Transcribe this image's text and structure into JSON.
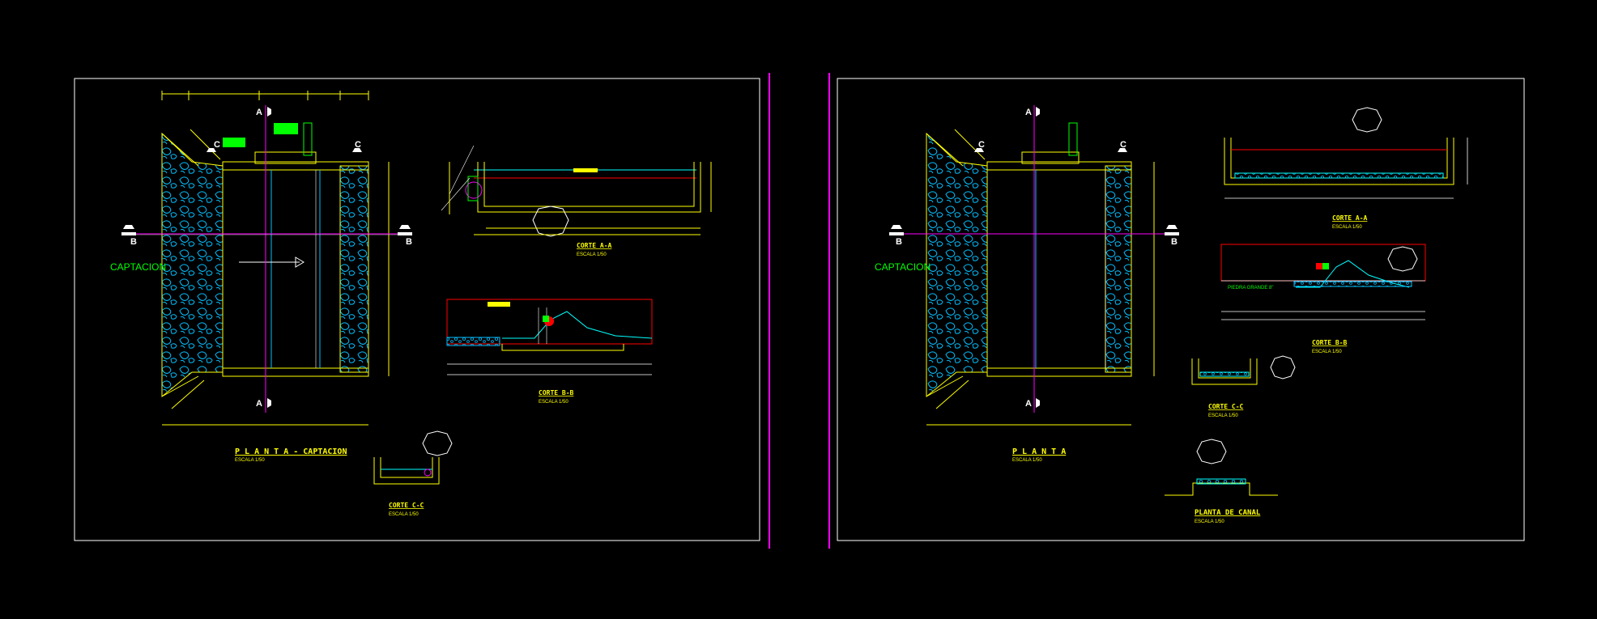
{
  "colors": {
    "background": "#000000",
    "sheet_border": "#ffffff",
    "divider": "#ff00ff",
    "axis": "#ff00ff",
    "wall": "#ffff00",
    "rock": "#00bfff",
    "text": "#00ff00",
    "title": "#ffff00",
    "section_line": "#ff0000",
    "water": "#00ffff"
  },
  "sheet_left": {
    "side_label": "CAPTACION",
    "plan_title": "P L A N T A  -  CAPTACION",
    "plan_scale": "ESCALA 1/50",
    "section_letters": {
      "a_top": "A",
      "a_bottom": "A",
      "b_left": "B",
      "b_right": "B",
      "c_left": "C",
      "c_right": "C"
    },
    "corte_aa_title": "CORTE A-A",
    "corte_aa_scale": "ESCALA 1/50",
    "corte_bb_title": "CORTE B-B",
    "corte_bb_scale": "ESCALA 1/50",
    "corte_cc_title": "CORTE C-C",
    "corte_cc_scale": "ESCALA 1/50"
  },
  "sheet_right": {
    "side_label": "CAPTACION",
    "plan_title": "P L A N T A",
    "plan_scale": "ESCALA 1/50",
    "section_letters": {
      "a_top": "A",
      "a_bottom": "A",
      "b_left": "B",
      "b_right": "B",
      "c_left": "C",
      "c_right": "C"
    },
    "corte_aa_title": "CORTE A-A",
    "corte_aa_scale": "ESCALA 1/50",
    "corte_bb_title": "CORTE B-B",
    "corte_bb_scale": "ESCALA 1/50",
    "corte_cc_title": "CORTE C-C",
    "corte_cc_scale": "ESCALA 1/50",
    "canal_title": "PLANTA DE CANAL",
    "canal_scale": "ESCALA 1/50",
    "piedra_label": "PIEDRA GRANDE 8\""
  }
}
